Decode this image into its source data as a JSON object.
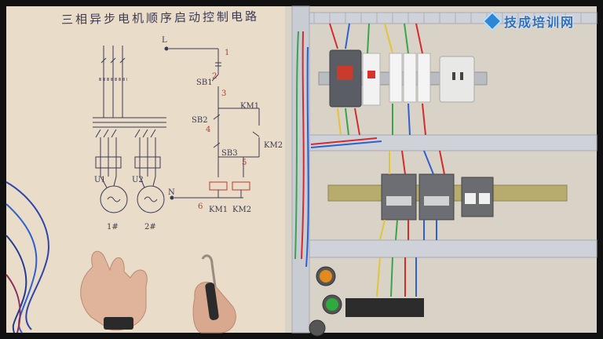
{
  "title": "三相异步电机顺序启动控制电路",
  "watermark": "技成培训网",
  "circuit_labels": {
    "L": "L",
    "N": "N",
    "sb1": "SB1",
    "sb2": "SB2",
    "sb3": "SB3",
    "km1": "KM1",
    "km2": "KM2",
    "km1_bottom": "KM1",
    "km2_bottom": "KM2",
    "u1": "U1",
    "u2": "U2",
    "motor1": "1#",
    "motor2": "2#",
    "n1": "1",
    "n2": "2",
    "n3": "3",
    "n4": "4",
    "n5": "5",
    "n6": "6"
  },
  "colors": {
    "board": "#e9dcc9",
    "panel": "#d9d2c6",
    "ink": "#3a3a55",
    "red_ink": "#c0392b",
    "brand_blue": "#2b6fc2",
    "wire_red": "#d22d2d",
    "wire_blue": "#2f5fd0",
    "wire_yellow": "#e2c43a",
    "wire_green": "#3aa34b"
  }
}
